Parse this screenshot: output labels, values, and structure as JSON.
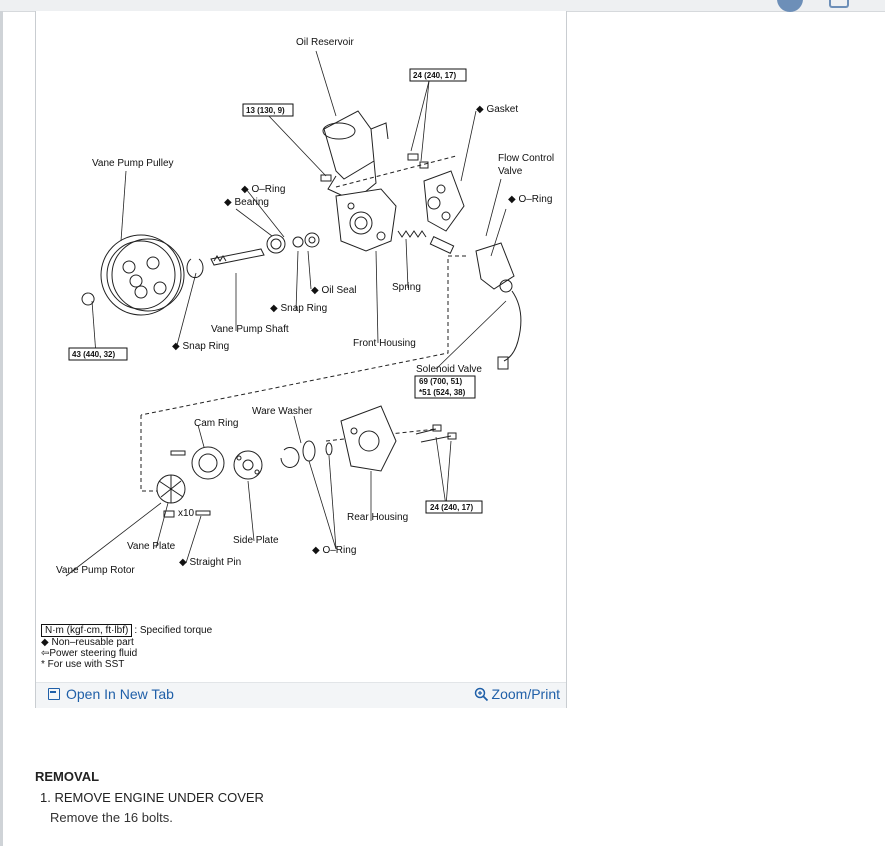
{
  "figure": {
    "labels": {
      "oil_reservoir": "Oil Reservoir",
      "torque_reservoir_bolt": "13 (130, 9)",
      "torque_front_bolt": "24 (240, 17)",
      "gasket": "◆ Gasket",
      "vane_pump_pulley": "Vane Pump Pulley",
      "flow_control_valve_1": "Flow Control",
      "flow_control_valve_2": "Valve",
      "o_ring_top": "◆ O–Ring",
      "bearing": "◆ Bearing",
      "o_ring_right": "◆ O–Ring",
      "oil_seal": "◆ Oil Seal",
      "spring": "Spring",
      "snap_ring_mid": "◆ Snap Ring",
      "vane_pump_shaft": "Vane Pump Shaft",
      "snap_ring_left": "◆ Snap Ring",
      "front_housing": "Front Housing",
      "torque_pulley_nut": "43 (440, 32)",
      "solenoid_valve": "Solenoid Valve",
      "torque_solenoid_1": "69 (700, 51)",
      "torque_solenoid_2": "*51 (524, 38)",
      "ware_washer": "Ware Washer",
      "cam_ring": "Cam Ring",
      "x10": "x10",
      "torque_rear_bolt": "24 (240, 17)",
      "rear_housing": "Rear Housing",
      "side_plate": "Side Plate",
      "vane_plate": "Vane Plate",
      "o_ring_bottom": "◆ O–Ring",
      "straight_pin": "◆ Straight Pin",
      "vane_pump_rotor": "Vane Pump Rotor"
    },
    "legend": {
      "torque_unit": "N·m (kgf·cm, ft·lbf)",
      "torque_desc": ": Specified torque",
      "non_reusable": "◆ Non–reusable part",
      "fluid": "⇦Power steering fluid",
      "sst": "* For use with SST"
    }
  },
  "toolbar": {
    "open_tab": "Open In New Tab",
    "zoom_print": "Zoom/Print"
  },
  "content": {
    "section_title": "REMOVAL",
    "step1": "1. REMOVE ENGINE UNDER COVER",
    "step1_detail": "Remove the 16 bolts."
  },
  "colors": {
    "link": "#1f5fa8",
    "toolbar_bg": "#f3f5f7"
  }
}
